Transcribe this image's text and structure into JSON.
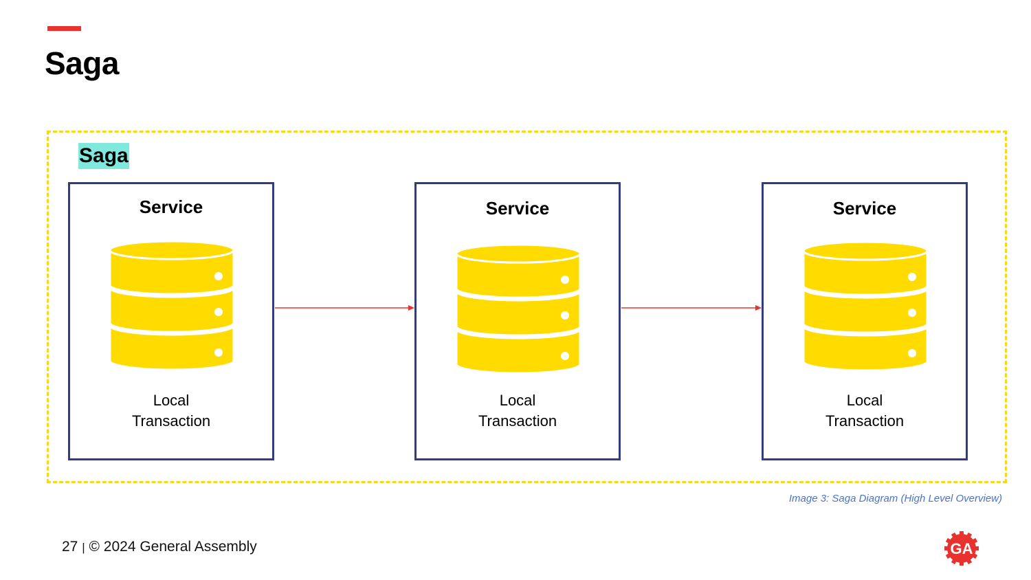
{
  "slide": {
    "title": "Saga",
    "accent_color": "#e8322e"
  },
  "diagram": {
    "saga_label": "Saga",
    "frame_color": "#f7d81c",
    "label_highlight_color": "#80e8dc",
    "services": [
      {
        "title": "Service",
        "caption_line1": "Local",
        "caption_line2": "Transaction",
        "icon": "database-icon"
      },
      {
        "title": "Service",
        "caption_line1": "Local",
        "caption_line2": "Transaction",
        "icon": "database-icon"
      },
      {
        "title": "Service",
        "caption_line1": "Local",
        "caption_line2": "Transaction",
        "icon": "database-icon"
      }
    ],
    "box_border_color": "#323c82",
    "database_color": "#ffdb00",
    "arrow_color": "#e8322e"
  },
  "caption": "Image 3: Saga Diagram (High Level Overview)",
  "footer": {
    "page_number": "27",
    "separator": "|",
    "copyright": "© 2024 General Assembly"
  },
  "logo": {
    "text": "GA",
    "color": "#e8322e"
  }
}
